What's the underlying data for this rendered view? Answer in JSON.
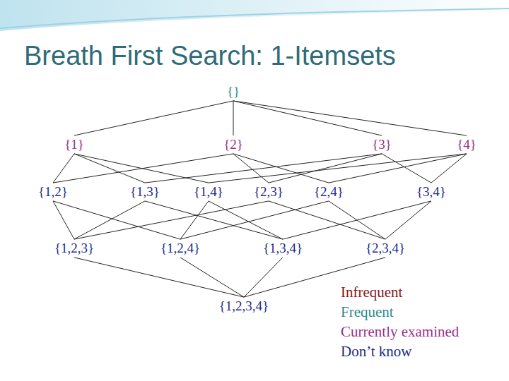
{
  "diagram": {
    "title": "Breath First Search: 1-Itemsets",
    "nodes": [
      {
        "text": [
          "{}"
        ]
      },
      {
        "text": [
          "{1}"
        ]
      },
      {
        "text": [
          "{2}"
        ]
      },
      {
        "text": [
          "{3}"
        ]
      },
      {
        "text": [
          "{4}"
        ]
      },
      {
        "text": [
          "{1,2}"
        ]
      },
      {
        "text": [
          "{1,3}"
        ]
      },
      {
        "text": [
          "{1,4}"
        ]
      },
      {
        "text": [
          "{2,3}"
        ]
      },
      {
        "text": [
          "{2,4}"
        ]
      },
      {
        "text": [
          "{3,4}"
        ]
      },
      {
        "text": [
          "{1,2,3}"
        ]
      },
      {
        "text": [
          "{1,2,4}"
        ]
      },
      {
        "text": [
          "{1,3,4}"
        ]
      },
      {
        "text": [
          "{2,3,4}"
        ]
      },
      {
        "text": [
          "{1,2,3,4}"
        ]
      }
    ],
    "edges": [
      {
        "from": 0,
        "to": 1,
        "arrow": "none"
      },
      {
        "from": 0,
        "to": 2,
        "arrow": "none"
      },
      {
        "from": 0,
        "to": 3,
        "arrow": "none"
      },
      {
        "from": 0,
        "to": 4,
        "arrow": "none"
      },
      {
        "from": 1,
        "to": 5,
        "arrow": "none"
      },
      {
        "from": 1,
        "to": 6,
        "arrow": "none"
      },
      {
        "from": 1,
        "to": 7,
        "arrow": "none"
      },
      {
        "from": 2,
        "to": 5,
        "arrow": "none"
      },
      {
        "from": 2,
        "to": 8,
        "arrow": "none"
      },
      {
        "from": 2,
        "to": 9,
        "arrow": "none"
      },
      {
        "from": 3,
        "to": 6,
        "arrow": "none"
      },
      {
        "from": 3,
        "to": 8,
        "arrow": "none"
      },
      {
        "from": 3,
        "to": 10,
        "arrow": "none"
      },
      {
        "from": 4,
        "to": 7,
        "arrow": "none"
      },
      {
        "from": 4,
        "to": 9,
        "arrow": "none"
      },
      {
        "from": 4,
        "to": 10,
        "arrow": "none"
      },
      {
        "from": 5,
        "to": 11,
        "arrow": "none"
      },
      {
        "from": 5,
        "to": 12,
        "arrow": "none"
      },
      {
        "from": 6,
        "to": 11,
        "arrow": "none"
      },
      {
        "from": 6,
        "to": 13,
        "arrow": "none"
      },
      {
        "from": 7,
        "to": 12,
        "arrow": "none"
      },
      {
        "from": 7,
        "to": 13,
        "arrow": "none"
      },
      {
        "from": 8,
        "to": 11,
        "arrow": "none"
      },
      {
        "from": 8,
        "to": 14,
        "arrow": "none"
      },
      {
        "from": 9,
        "to": 12,
        "arrow": "none"
      },
      {
        "from": 9,
        "to": 14,
        "arrow": "none"
      },
      {
        "from": 10,
        "to": 13,
        "arrow": "none"
      },
      {
        "from": 10,
        "to": 14,
        "arrow": "none"
      },
      {
        "from": 11,
        "to": 15,
        "arrow": "none"
      },
      {
        "from": 12,
        "to": 15,
        "arrow": "none"
      },
      {
        "from": 13,
        "to": 15,
        "arrow": "none"
      },
      {
        "from": 14,
        "to": 15,
        "arrow": "none"
      }
    ],
    "legend": [
      {
        "text": "Infrequent",
        "color": "#8b1a1a"
      },
      {
        "text": "Frequent",
        "color": "#2a8a8a"
      },
      {
        "text": "Currently examined",
        "color": "#9a2f86"
      },
      {
        "text": "Don’t know",
        "color": "#1c2a8a"
      }
    ]
  }
}
